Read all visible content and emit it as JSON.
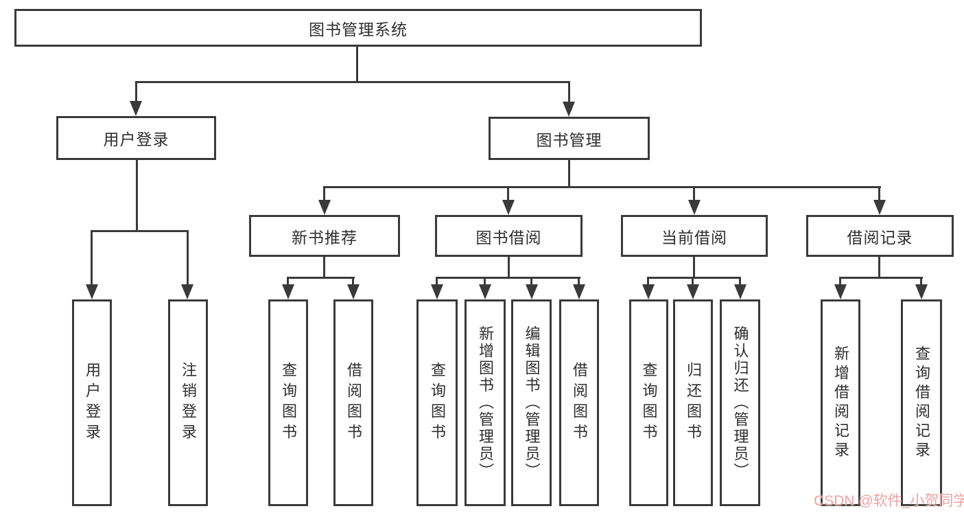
{
  "diagram": {
    "root": {
      "label": "图书管理系统"
    },
    "branches": [
      {
        "label": "用户登录",
        "children": [
          {
            "label": "用户登录"
          },
          {
            "label": "注销登录"
          }
        ]
      },
      {
        "label": "图书管理",
        "children": [
          {
            "label": "新书推荐",
            "children": [
              {
                "label": "查询图书"
              },
              {
                "label": "借阅图书"
              }
            ]
          },
          {
            "label": "图书借阅",
            "children": [
              {
                "label": "查询图书"
              },
              {
                "label": "新增图书（管理员）"
              },
              {
                "label": "编辑图书（管理员）"
              },
              {
                "label": "借阅图书"
              }
            ]
          },
          {
            "label": "当前借阅",
            "children": [
              {
                "label": "查询图书"
              },
              {
                "label": "归还图书"
              },
              {
                "label": "确认归还（管理员）"
              }
            ]
          },
          {
            "label": "借阅记录",
            "children": [
              {
                "label": "新增借阅记录"
              },
              {
                "label": "查询借阅记录"
              }
            ]
          }
        ]
      }
    ]
  },
  "watermark": {
    "text": "CSDN @软件_小贺同学"
  },
  "colors": {
    "line": "#3a3a3a",
    "watermark": "#f0a2a2",
    "background": "#ffffff"
  }
}
